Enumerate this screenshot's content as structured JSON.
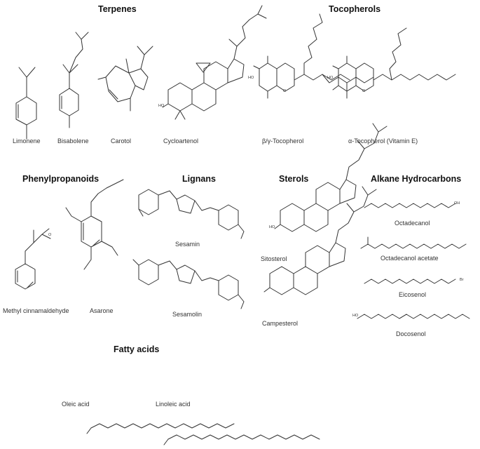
{
  "categories": [
    {
      "key": "terpenes",
      "heading": "Terpenes",
      "compounds": [
        "Limonene",
        "Bisabolene",
        "Carotol",
        "Cycloartenol"
      ]
    },
    {
      "key": "tocopherols",
      "heading": "Tocopherols",
      "compounds": [
        "β/γ-Tocopherol",
        "α-Tocopherol (Vitamin E)"
      ]
    },
    {
      "key": "phenylpropanoids",
      "heading": "Phenylpropanoids",
      "compounds": [
        "Methyl cinnamaldehyde",
        "Asarone"
      ]
    },
    {
      "key": "lignans",
      "heading": "Lignans",
      "compounds": [
        "Sesamin",
        "Sesamolin"
      ]
    },
    {
      "key": "sterols",
      "heading": "Sterols",
      "compounds": [
        "Sitosterol",
        "Campesterol"
      ]
    },
    {
      "key": "alkanes",
      "heading": "Alkane Hydrocarbons",
      "compounds": [
        "Octadecanol",
        "Octadecanol acetate",
        "Eicosenol",
        "Docosenol"
      ]
    },
    {
      "key": "fatty",
      "heading": "Fatty acids",
      "compounds": [
        "Oleic acid",
        "Linoleic acid"
      ]
    }
  ],
  "atom_labels": {
    "hydroxyl": "HO",
    "hydroxyl_right": "OH",
    "oxygen": "O",
    "bromine_like": "Br"
  },
  "colors": {
    "ink": "#333333",
    "heading": "#111111"
  }
}
